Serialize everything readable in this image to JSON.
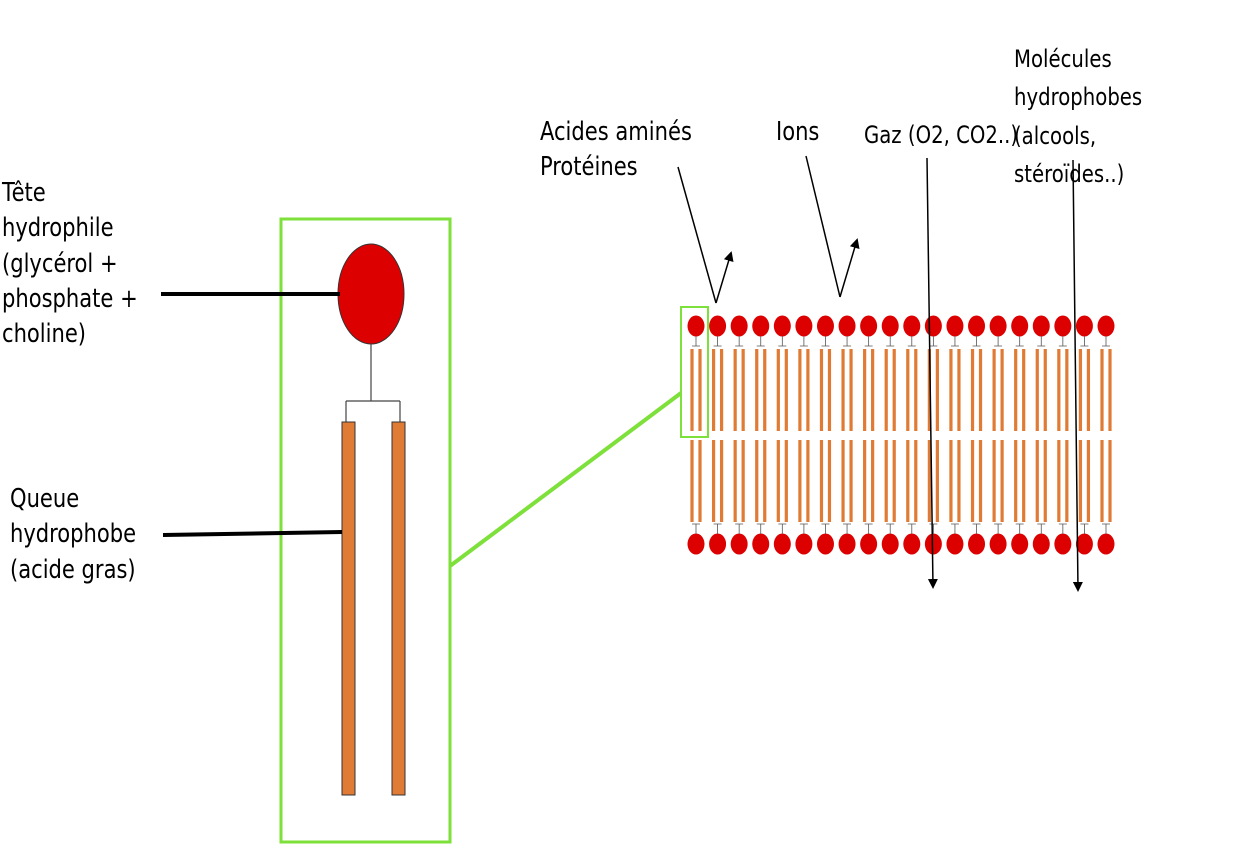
{
  "labels": {
    "head": "Tête\nhydrophile\n(glycérol +\nphosphate +\ncholine)",
    "tail": "Queue\nhydrophobe\n(acide gras)",
    "amino": "Acides aminés\nProtéines",
    "ions": "Ions",
    "gas": "Gaz (O2, CO2..)",
    "hydrophobic": "Molécules\nhydrophobes\n(alcools, stéroïdes..)"
  },
  "colors": {
    "head": "#dd0000",
    "tail": "#e07b35",
    "highlight": "#7ee03a",
    "line": "#000000"
  },
  "membrane": {
    "phospholipids_per_leaflet": 20,
    "molecules_crossing": [
      "Gaz (O2, CO2..)",
      "Molécules hydrophobes (alcools, stéroïdes..)"
    ],
    "molecules_blocked": [
      "Acides aminés Protéines",
      "Ions"
    ]
  }
}
